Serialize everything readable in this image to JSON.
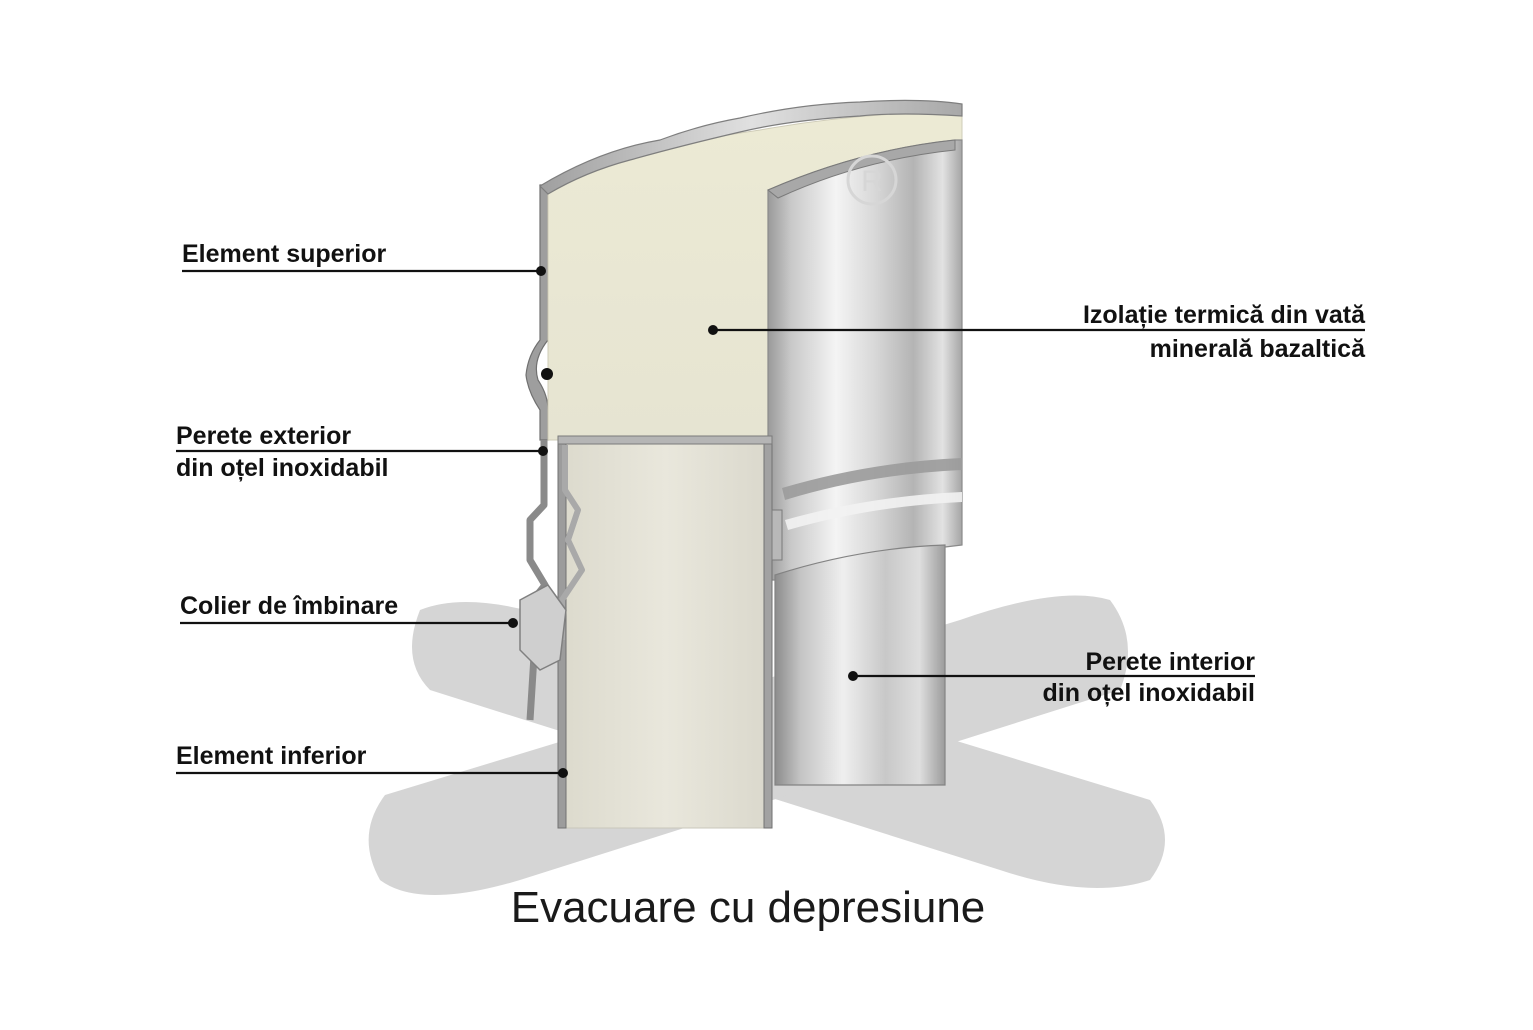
{
  "caption": "Evacuare cu depresiune",
  "labels": {
    "element_superior": "Element superior",
    "perete_exterior_1": "Perete exterior",
    "perete_exterior_2": "din oțel inoxidabil",
    "colier": "Colier de îmbinare",
    "element_inferior": "Element inferior",
    "izolatie_1": "Izolație termică din vată",
    "izolatie_2": "minerală bazaltică",
    "perete_interior_1": "Perete interior",
    "perete_interior_2": "din oțel inoxidabil"
  },
  "logo_text": "R",
  "colors": {
    "insulation": "#efeddc",
    "steel_light": "#e8e8e8",
    "steel_mid": "#bdbdbd",
    "steel_dark": "#8f8f8f",
    "watermark": "#d4d4d4",
    "text": "#111111"
  }
}
